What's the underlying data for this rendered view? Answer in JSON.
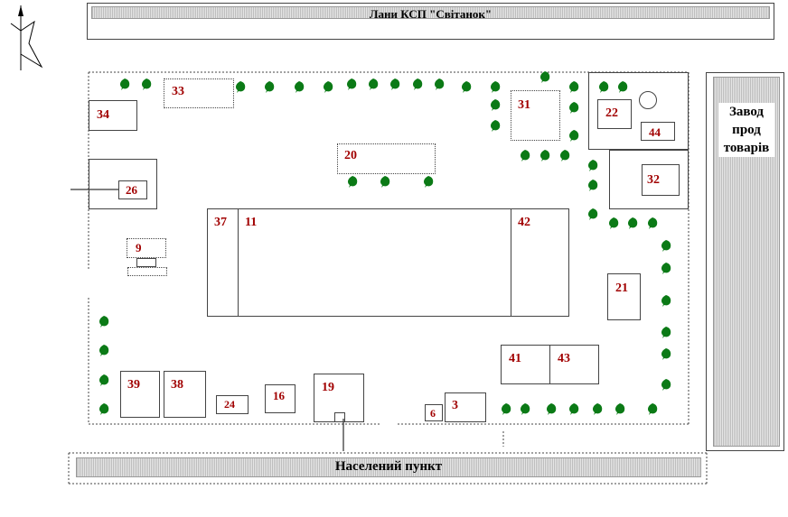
{
  "labels": {
    "fields": "Лани КСП \"Світанок\"",
    "factory": "Завод прод товарів",
    "settlement": "Населений пункт"
  },
  "buildings": [
    "33",
    "34",
    "26",
    "9",
    "20",
    "37",
    "11",
    "42",
    "31",
    "22",
    "44",
    "32",
    "21",
    "41",
    "43",
    "39",
    "38",
    "24",
    "16",
    "19",
    "6",
    "3"
  ],
  "colors": {
    "number": "#a10000",
    "tree": "#0b7a16",
    "hatch": "#c8c8c8"
  },
  "icons": {
    "compass": "north-arrow-icon",
    "tree": "tree-icon"
  }
}
